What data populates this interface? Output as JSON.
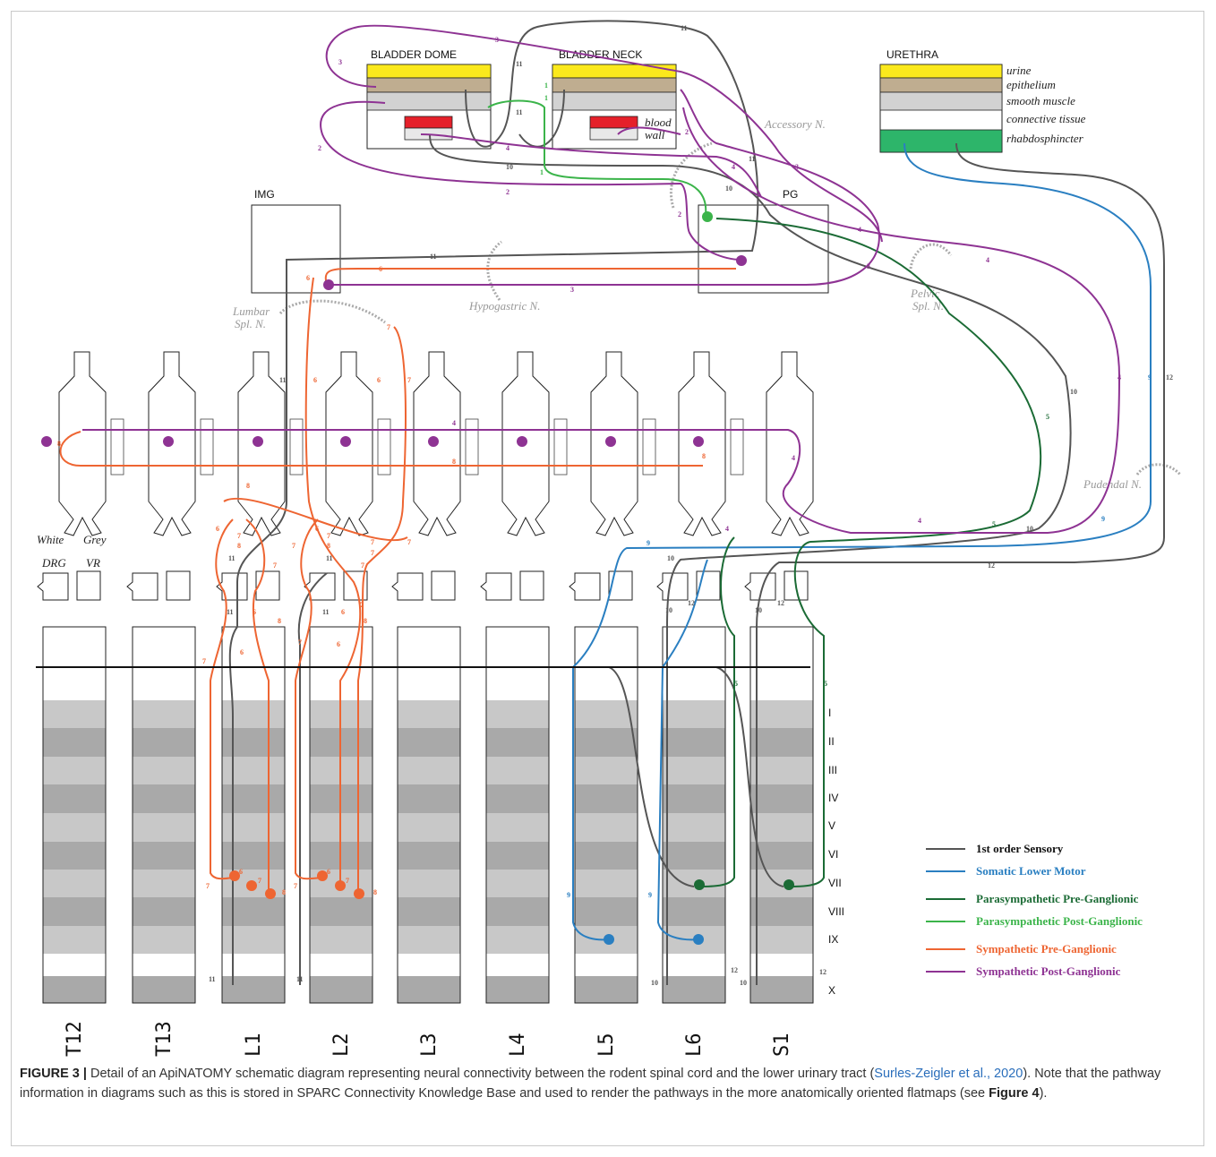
{
  "organs": {
    "bladder_dome": "BLADDER DOME",
    "bladder_neck": "BLADDER NECK",
    "urethra": "URETHRA",
    "img": "IMG",
    "pg": "PG"
  },
  "tissue_layers": [
    "urine",
    "epithelium",
    "smooth muscle",
    "connective tissue",
    "rhabdosphincter"
  ],
  "blood_wall": [
    "blood",
    "wall"
  ],
  "nerves": {
    "accessory": "Accessory N.",
    "hypogastric": "Hypogastric N.",
    "lumbar_a": "Lumbar",
    "lumbar_b": "Spl. N.",
    "pelvic_a": "Pelvic",
    "pelvic_b": "Spl. N.",
    "pudendal": "Pudendal N."
  },
  "rami": {
    "white": "White",
    "grey": "Grey",
    "drg": "DRG",
    "vr": "VR"
  },
  "segments": [
    "T12",
    "T13",
    "L1",
    "L2",
    "L3",
    "L4",
    "L5",
    "L6",
    "S1"
  ],
  "laminae": [
    "I",
    "II",
    "III",
    "IV",
    "V",
    "VI",
    "VII",
    "VIII",
    "IX",
    "X"
  ],
  "legend": [
    {
      "label": "1st order Sensory",
      "color": "#555555"
    },
    {
      "label": "Somatic Lower Motor",
      "color": "#2a7fc1"
    },
    {
      "label": "Parasympathetic Pre-Ganglionic",
      "color": "#1b6b35"
    },
    {
      "label": "Parasympathetic Post-Ganglionic",
      "color": "#3bb44a"
    },
    {
      "label": "Sympathetic Pre-Ganglionic",
      "color": "#ee6532"
    },
    {
      "label": "Sympathetic Post-Ganglionic",
      "color": "#8e3393"
    }
  ],
  "colors": {
    "sensory": "#555555",
    "somatic": "#2a7fc1",
    "para_pre": "#1b6b35",
    "para_post": "#3bb44a",
    "symp_pre": "#ee6532",
    "symp_post": "#8e3393",
    "urine": "#fbe91c",
    "epithelium": "#bfad90",
    "smooth_muscle": "#d2d2d2",
    "rhabdosphincter": "#2db56a",
    "blood": "#e5202a",
    "nerve_outline": "#aaaaaa"
  },
  "caption": {
    "figure": "FIGURE 3 |",
    "text_1": " Detail of an ApiNATOMY schematic diagram representing neural connectivity between the rodent spinal cord and the lower urinary tract (",
    "ref": "Surles-Zeigler et al., 2020",
    "text_2": "). Note that the pathway information in diagrams such as this is stored in SPARC Connectivity Knowledge Base and used to render the pathways in the more anatomically oriented flatmaps (see ",
    "figref": "Figure 4",
    "text_3": ")."
  }
}
